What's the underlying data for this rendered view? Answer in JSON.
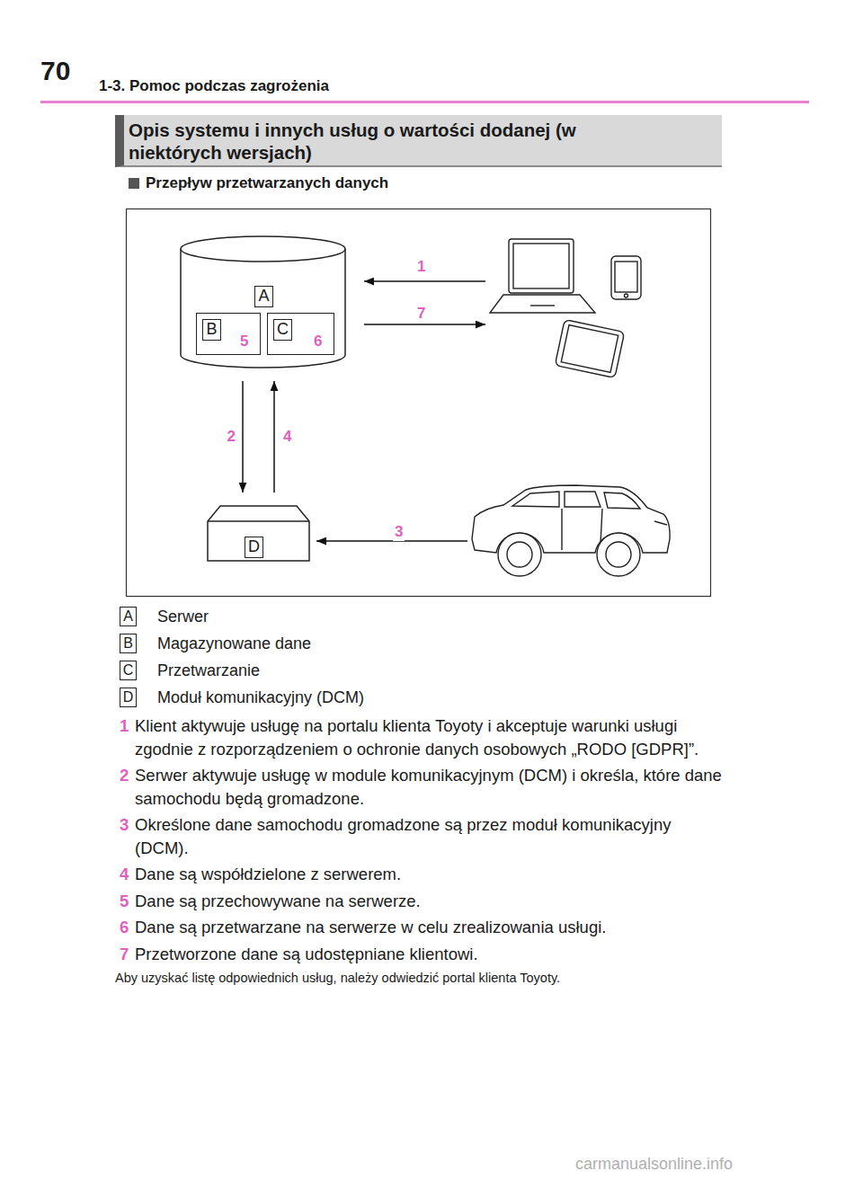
{
  "diagram": {
    "title": "Opis systemu i innych usług o wartości dodanej (w niektórych wersjach)",
    "nodes": [
      {
        "text": [
          "A"
        ]
      },
      {
        "text": [
          "B",
          "5"
        ],
        "in": 0
      },
      {
        "text": [
          "C",
          "6"
        ],
        "in": 0
      },
      {
        "text": [
          "D"
        ]
      }
    ],
    "edges": [
      {
        "from": 0,
        "to": 3,
        "arrow": "to",
        "label": "2"
      },
      {
        "from": 3,
        "to": 0,
        "arrow": "to",
        "label": "4"
      }
    ],
    "labels": [
      "70",
      "1-3. Pomoc podczas zagrożenia",
      "Przepływ przetwarzanych danych",
      "1",
      "7",
      "3",
      "A",
      "Serwer",
      "B",
      "Magazynowane dane",
      "C",
      "Przetwarzanie",
      "D",
      "Moduł komunikacyjny (DCM)",
      "1",
      "Klient aktywuje usługę na portalu klienta Toyoty i akceptuje warunki usługi zgodnie z rozporządzeniem o ochronie danych osobowych „RODO [GDPR]”.",
      "2",
      "Serwer aktywuje usługę w module komunikacyjnym (DCM) i określa, które dane samochodu będą gromadzone.",
      "3",
      "Określone dane samochodu gromadzone są przez moduł komunikacyjny (DCM).",
      "4",
      "Dane są współdzielone z serwerem.",
      "5",
      "Dane są przechowywane na serwerze.",
      "6",
      "Dane są przetwarzane na serwerze w celu zrealizowania usługi.",
      "7",
      "Przetworzone dane są udostępniane klientowi.",
      "Aby uzyskać listę odpowiednich usług, należy odwiedzić portal klienta Toyoty.",
      "carmanualsonline.info"
    ]
  }
}
